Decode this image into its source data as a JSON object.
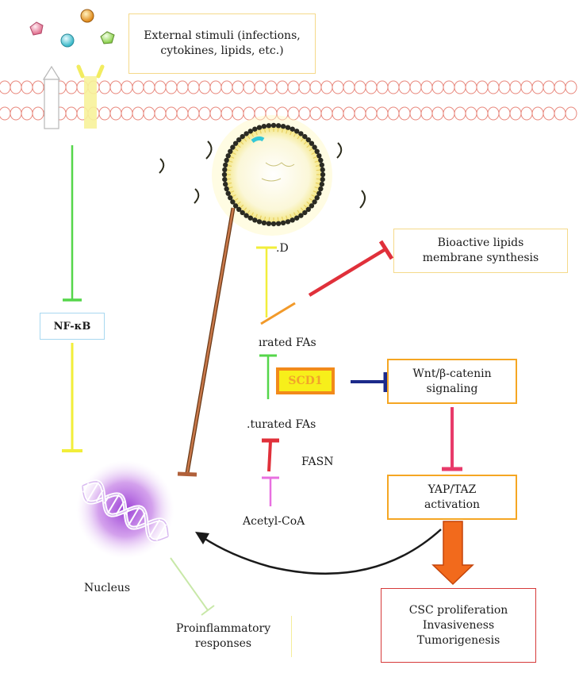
{
  "external_stimuli": [
    "External stimuli (infections,",
    "cytokines, lipids, etc.)"
  ],
  "bioactive_lipids": [
    "Bioactive lipids",
    "membrane synthesis"
  ],
  "nfkb": "NF-κB",
  "ld_label": ".D",
  "unsaturated_fas": "ırated FAs",
  "scd1": "SCD1",
  "saturated_fas": ".turated FAs",
  "fasn": "FASN",
  "acetyl_coa": "Acetyl-CoA",
  "wnt": [
    "Wnt/β-catenin",
    "signaling"
  ],
  "yap": [
    "YAP/TAZ",
    "activation"
  ],
  "nucleus": "Nucleus",
  "proinflammatory": [
    "Proinflammatory",
    "responses"
  ],
  "outcomes": [
    "CSC proliferation",
    "Invasiveness",
    "Tumorigenesis"
  ],
  "colors": {
    "membrane": "#e8877c",
    "nfkb_pathway": "#55d64a",
    "yellow_pathway": "#f2ee3a",
    "brown_arrow": "#b0603a",
    "red_inhibit": "#e0303a",
    "navy_inhibit": "#1c2a8a",
    "pink_inhibit": "#e83a6a",
    "orange_arrow": "#f26a1c",
    "box_orange": "#f5a623",
    "box_red": "#d63a3a",
    "scd1_fill": "#f7ef1a",
    "scd1_border": "#f28a1a"
  }
}
